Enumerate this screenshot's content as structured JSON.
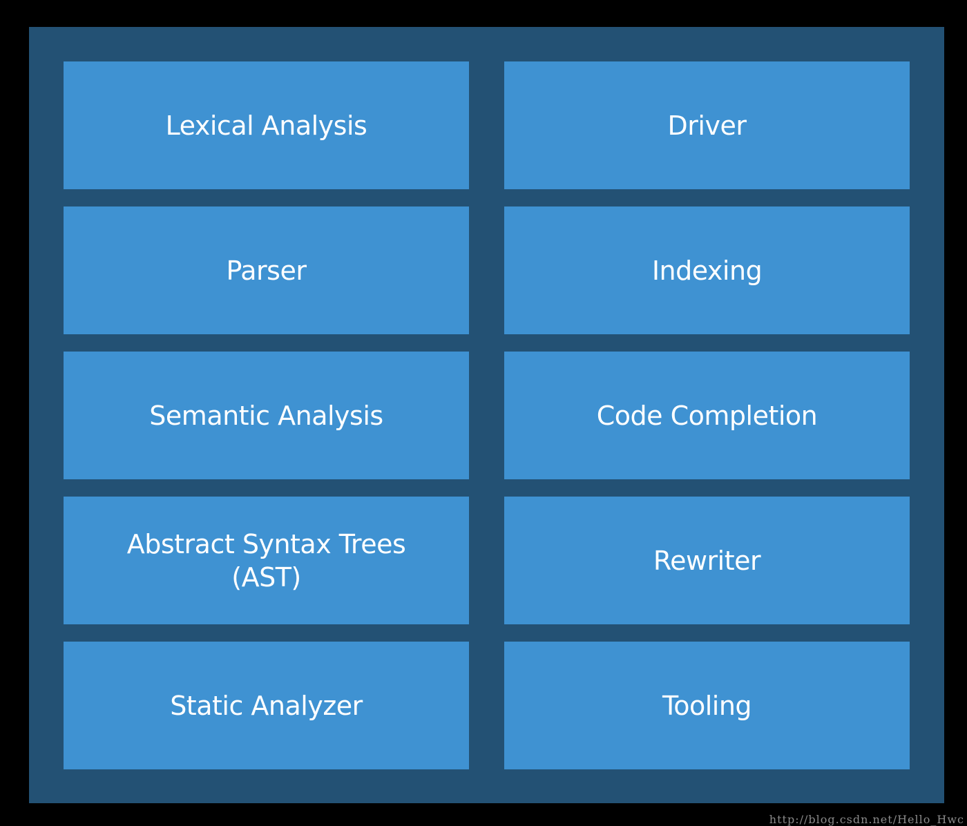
{
  "diagram": {
    "left_column": [
      {
        "label": "Lexical Analysis"
      },
      {
        "label": "Parser"
      },
      {
        "label": "Semantic Analysis"
      },
      {
        "label": "Abstract Syntax Trees\n(AST)"
      },
      {
        "label": "Static Analyzer"
      }
    ],
    "right_column": [
      {
        "label": "Driver"
      },
      {
        "label": "Indexing"
      },
      {
        "label": "Code Completion"
      },
      {
        "label": "Rewriter"
      },
      {
        "label": "Tooling"
      }
    ]
  },
  "watermark": "http://blog.csdn.net/Hello_Hwc",
  "colors": {
    "background": "#000000",
    "panel": "#235174",
    "cell": "#3f92d2",
    "text": "#ffffff"
  }
}
